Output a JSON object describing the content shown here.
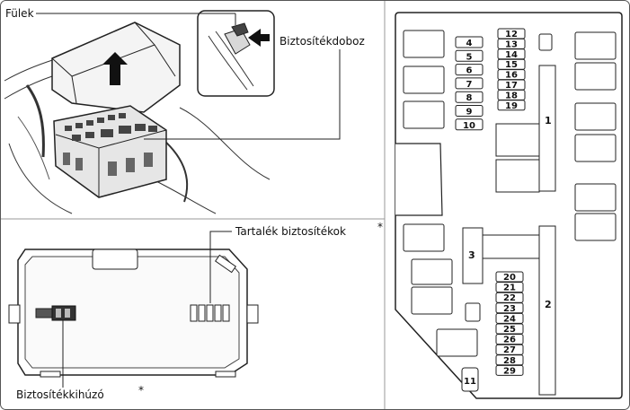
{
  "labels": {
    "tabs": "Fülek",
    "fuse_box": "Biztosítékdoboz",
    "spare_fuses": "Tartalék biztosítékok",
    "fuse_puller": "Biztosítékkihúzó",
    "asterisk": "*"
  },
  "fuse_numbers_top": [
    "12",
    "13",
    "14",
    "15",
    "16",
    "17",
    "18",
    "19"
  ],
  "fuse_numbers_left": [
    "4",
    "5",
    "6",
    "7",
    "8",
    "9",
    "10"
  ],
  "fuse_numbers_bottom": [
    "20",
    "21",
    "22",
    "23",
    "24",
    "25",
    "26",
    "27",
    "28",
    "29"
  ],
  "relay_labels": [
    "1",
    "2",
    "3",
    "11"
  ]
}
